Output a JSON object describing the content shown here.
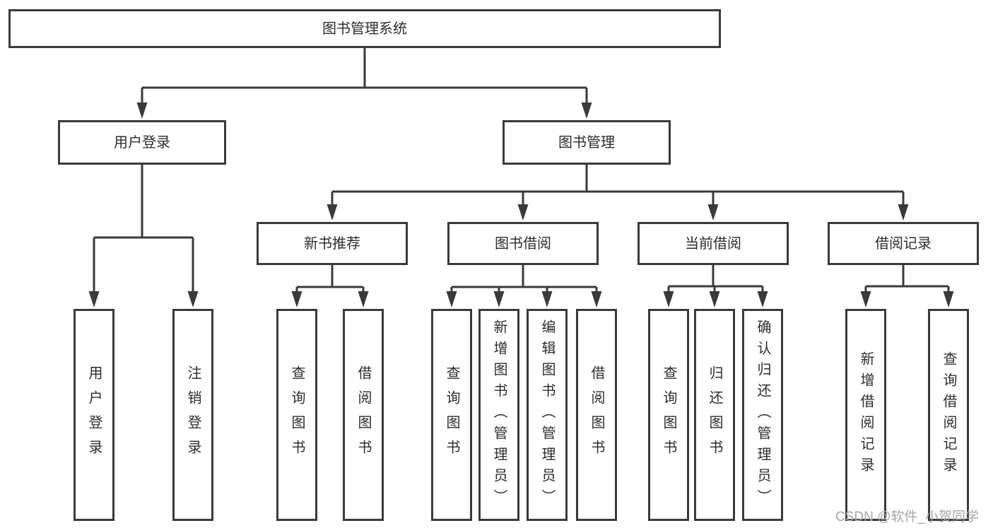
{
  "tree": {
    "root": "图书管理系统",
    "branches": [
      {
        "label": "用户登录",
        "children": [
          "用户登录",
          "注销登录"
        ]
      },
      {
        "label": "图书管理",
        "children": [
          {
            "label": "新书推荐",
            "children": [
              "查询图书",
              "借阅图书"
            ]
          },
          {
            "label": "图书借阅",
            "children": [
              "查询图书",
              "新增图书（管理员）",
              "编辑图书（管理员）",
              "借阅图书"
            ]
          },
          {
            "label": "当前借阅",
            "children": [
              "查询图书",
              "归还图书",
              "确认归还（管理员）"
            ]
          },
          {
            "label": "借阅记录",
            "children": [
              "新增借阅记录",
              "查询借阅记录"
            ]
          }
        ]
      }
    ]
  },
  "watermark": "CSDN @软件_小贺同学",
  "colors": {
    "node_border": "#3a3a3a",
    "connector_line": "#3a3a3a",
    "node_fill": "#ffffff",
    "text": "#2d2d2d",
    "watermark_text": "#a6a6a6",
    "background": "#ffffff"
  }
}
